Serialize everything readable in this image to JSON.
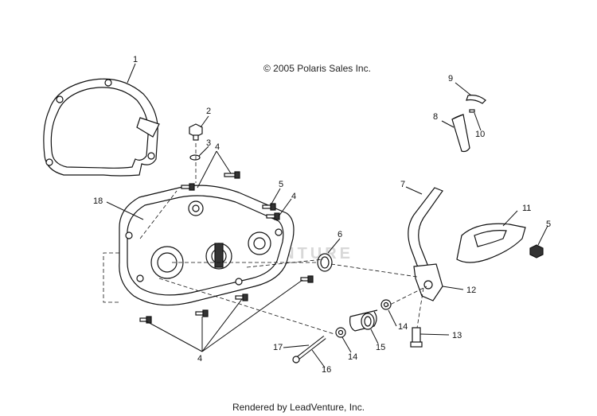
{
  "header": {
    "copyright": "© 2005 Polaris Sales Inc."
  },
  "footer": {
    "rendered_by": "Rendered by LeadVenture, Inc."
  },
  "watermark": {
    "logo_text": "LEADVENTURE"
  },
  "callouts": {
    "c1": "1",
    "c2": "2",
    "c3": "3",
    "c4a": "4",
    "c4b": "4",
    "c4c": "4",
    "c5a": "5",
    "c5b": "5",
    "c6": "6",
    "c7": "7",
    "c8": "8",
    "c9": "9",
    "c10": "10",
    "c11": "11",
    "c12": "12",
    "c13": "13",
    "c14a": "14",
    "c14b": "14",
    "c15": "15",
    "c16": "16",
    "c17": "17",
    "c18": "18"
  }
}
